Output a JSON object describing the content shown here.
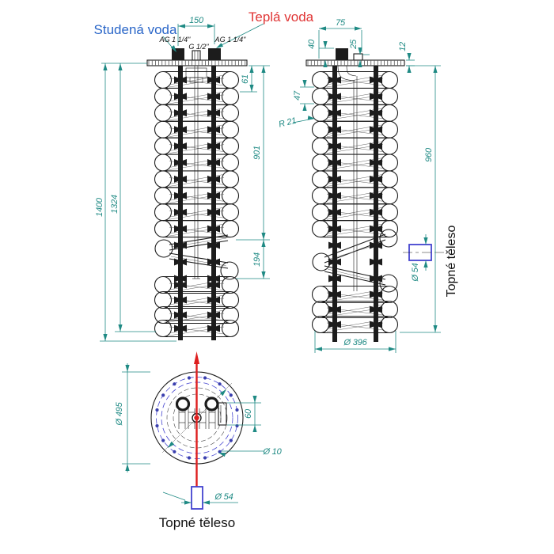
{
  "drawing": {
    "labels": {
      "cold_water": "Studená voda",
      "hot_water": "Teplá voda",
      "thread_left": "AG 1 1/4\"",
      "thread_mid": "G 1/2\"",
      "thread_right": "AG 1 1/4\"",
      "heating_element_side": "Topné těleso",
      "heating_element_bottom": "Topné těleso"
    },
    "dimensions": {
      "front": {
        "port_spacing": "150",
        "flange_to_coil": "61",
        "upper_coil_length": "901",
        "coil_gap": "194",
        "coil_length": "1324",
        "total_length": "1400"
      },
      "side": {
        "port_offset": "75",
        "stub_height": "40",
        "mid_offset": "25",
        "flange_thickness": "12",
        "coil_pitch": "47",
        "tube_radius": "R 21",
        "coil_height": "960",
        "coil_diameter": "Ø 396",
        "element_diameter": "Ø 54"
      },
      "bottom": {
        "flange_diameter": "Ø 495",
        "port_offset": "60",
        "hole_diameter": "Ø 10",
        "element_diameter": "Ø 54"
      }
    },
    "colors": {
      "dimension": "#1f8a84",
      "cold_label": "#2a66c8",
      "hot_label": "#e03535",
      "centerline_red": "#de1f1f",
      "element_blue": "#4343cf",
      "bolt_circle_blue": "#4747d0",
      "line_black": "#1c1c1c",
      "background": "#ffffff"
    }
  }
}
